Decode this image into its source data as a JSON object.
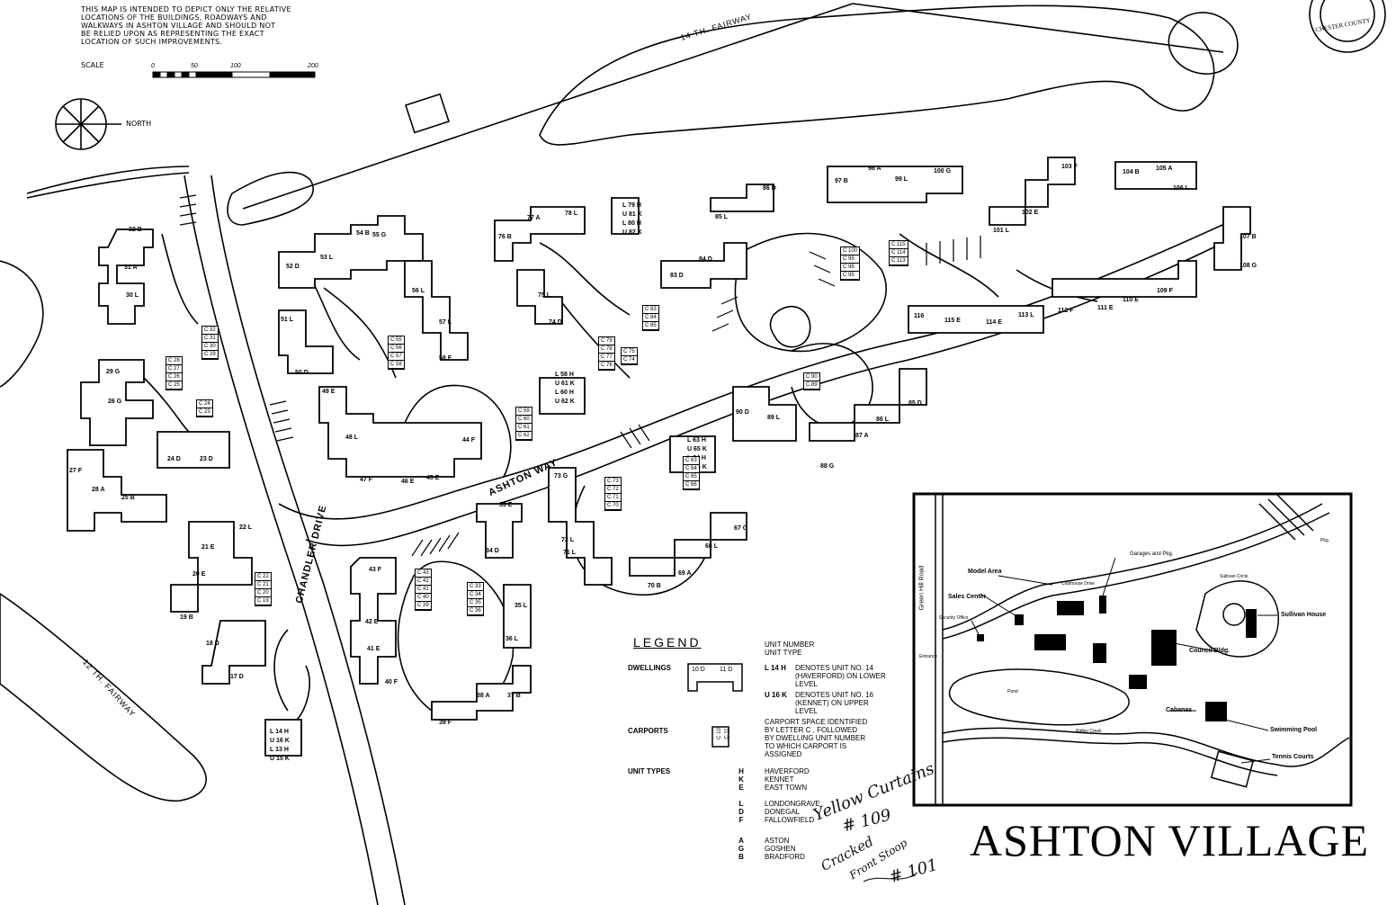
{
  "title": "ASHTON VILLAGE",
  "disclaimer": [
    "THIS MAP IS INTENDED TO DEPICT ONLY THE RELATIVE",
    "LOCATIONS OF THE BUILDINGS, ROADWAYS AND",
    "WALKWAYS IN ASHTON VILLAGE AND SHOULD NOT",
    "BE RELIED UPON AS REPRESENTING THE EXACT",
    "LOCATION OF SUCH IMPROVEMENTS."
  ],
  "scale": {
    "label": "SCALE",
    "ticks": [
      "0",
      "50",
      "100",
      "200"
    ]
  },
  "north_label": "NORTH",
  "seal_text": "CHESTER COUNTY",
  "roads": {
    "chandler_drive": "CHANDLER DRIVE",
    "ashton_way": "ASHTON WAY",
    "fairway_14": "14 TH. FAIRWAY",
    "fairway_12": "12 TH. FAIRWAY"
  },
  "buildings": [
    {
      "units": [
        "32 B",
        "31 A",
        "30 L"
      ]
    },
    {
      "units": [
        "29 G",
        "26 G",
        "24 D",
        "23 D"
      ]
    },
    {
      "units": [
        "27 F",
        "28 A",
        "25 B"
      ]
    },
    {
      "units": [
        "52 D",
        "53 L",
        "54 B",
        "55 G"
      ]
    },
    {
      "units": [
        "51 L",
        "50 D",
        "56 L",
        "57 L",
        "58 F"
      ]
    },
    {
      "units": [
        "49 E",
        "48 L",
        "47 F",
        "46 E",
        "45 E",
        "44 F"
      ]
    },
    {
      "units": [
        "76 B",
        "77 A",
        "78 L",
        "75 L",
        "74 D"
      ]
    },
    {
      "units": [
        "L 79 H",
        "U 81 K",
        "L 80 H",
        "U 82 K"
      ]
    },
    {
      "units": [
        "83 D",
        "84 D"
      ]
    },
    {
      "units": [
        "85 L",
        "86 D"
      ]
    },
    {
      "units": [
        "97 B",
        "98 A",
        "99 L",
        "100 G"
      ]
    },
    {
      "units": [
        "103 F",
        "102 E",
        "101 L"
      ]
    },
    {
      "units": [
        "104 B",
        "105 A",
        "106 L",
        "107 B",
        "108 G"
      ]
    },
    {
      "units": [
        "112 F",
        "111 E",
        "110 E",
        "109 F"
      ]
    },
    {
      "units": [
        "116",
        "115 E",
        "114 E",
        "113 L"
      ]
    },
    {
      "units": [
        "L 58 H",
        "U 61 K",
        "L 60 H",
        "U 62 K"
      ]
    },
    {
      "units": [
        "L 63 H",
        "U 65 K",
        "L 64 H",
        "U 66 K"
      ]
    },
    {
      "units": [
        "90 D",
        "89 L",
        "88 G",
        "87 A",
        "86 L",
        "85 D"
      ]
    },
    {
      "units": [
        "73 G",
        "72 L",
        "71 L",
        "70 B",
        "69 A",
        "68 L",
        "67 G"
      ]
    },
    {
      "units": [
        "33 E",
        "34 D",
        "35 L",
        "36 L",
        "37 B",
        "38 A",
        "39 F"
      ]
    },
    {
      "units": [
        "43 F",
        "42 E",
        "41 E",
        "40 F"
      ]
    },
    {
      "units": [
        "22 L",
        "21 E",
        "20 E",
        "19 B",
        "18 D",
        "17 D"
      ]
    },
    {
      "units": [
        "L 14 H",
        "U 16 K",
        "L 13 H",
        "U 15 K"
      ]
    }
  ],
  "carport_groups": [
    [
      "C 32",
      "C 31",
      "C 30",
      "C 29"
    ],
    [
      "C 28",
      "C 27",
      "C 26",
      "C 25"
    ],
    [
      "C 24",
      "C 23"
    ],
    [
      "C 55",
      "C 56",
      "C 57",
      "C 58"
    ],
    [
      "C 59",
      "C 60",
      "C 61",
      "C 62"
    ],
    [
      "C 79",
      "C 78",
      "C 77",
      "C 76"
    ],
    [
      "C 75",
      "C 74"
    ],
    [
      "C 83",
      "C 84",
      "C 85"
    ],
    [
      "C 100",
      "C 99",
      "C 96",
      "C 95"
    ],
    [
      "C 115",
      "C 114",
      "C 113"
    ],
    [
      "C 90",
      "C 89"
    ],
    [
      "C 73",
      "C 72",
      "C 71",
      "C 70"
    ],
    [
      "C 63",
      "C 64",
      "C 65",
      "C 66"
    ],
    [
      "C 43",
      "C 42",
      "C 41",
      "C 40",
      "C 39"
    ],
    [
      "C 33",
      "C 34",
      "C 35",
      "C 36"
    ],
    [
      "C 22",
      "C 21",
      "C 20",
      "C 19"
    ]
  ],
  "legend": {
    "title": "LEGEND",
    "dwellings_label": "DWELLINGS",
    "carports_label": "CARPORTS",
    "unit_types_label": "UNIT TYPES",
    "sample_units": [
      "10 D",
      "11 D"
    ],
    "sample_carports": [
      "C 10",
      "C 11"
    ],
    "unit_number": "UNIT NUMBER",
    "unit_type": "UNIT TYPE",
    "l14h_code": "L 14 H",
    "l14h_desc": [
      "DENOTES UNIT NO. 14",
      "(HAVERFORD) ON LOWER",
      "LEVEL"
    ],
    "u16k_code": "U 16 K",
    "u16k_desc": [
      "DENOTES UNIT NO. 16",
      "(KENNET) ON UPPER",
      "LEVEL"
    ],
    "carport_desc": [
      "CARPORT SPACE IDENTIFIED",
      "BY LETTER C , FOLLOWED",
      "BY DWELLING UNIT NUMBER",
      "TO WHICH CARPORT IS",
      "ASSIGNED"
    ],
    "types": [
      {
        "code": "H",
        "name": "HAVERFORD"
      },
      {
        "code": "K",
        "name": "KENNET"
      },
      {
        "code": "E",
        "name": "EAST TOWN"
      },
      {
        "code": "L",
        "name": "LONDONGRAVE"
      },
      {
        "code": "D",
        "name": "DONEGAL"
      },
      {
        "code": "F",
        "name": "FALLOWFIELD"
      },
      {
        "code": "A",
        "name": "ASTON"
      },
      {
        "code": "G",
        "name": "GOSHEN"
      },
      {
        "code": "B",
        "name": "BRADFORD"
      }
    ]
  },
  "inset": {
    "labels": {
      "green_hill_road": "Green Hill Road",
      "model_area": "Model Area",
      "sales_center": "Sales Center",
      "security_office": "Security Office",
      "garages": "Garages and Pkg.",
      "clubhouse_drive": "Clubhouse Drive",
      "sullivan_circle": "Sullivan Circle",
      "sullivan_house": "Sullivan House",
      "council_bldg": "Council Bldg.",
      "entrance": "Entrance",
      "pond": "Pond",
      "cabanas": "Cabanas",
      "swimming_pool": "Swimming Pool",
      "tennis_courts": "Tennis Courts",
      "ridley_creek": "Ridley Creek",
      "pkg": "Pkg."
    }
  },
  "handwritten": {
    "line1": "Yellow Curtains",
    "line2": "# 109",
    "line3": "Cracked",
    "line4": "Front Stoop",
    "line5": "# 101"
  }
}
